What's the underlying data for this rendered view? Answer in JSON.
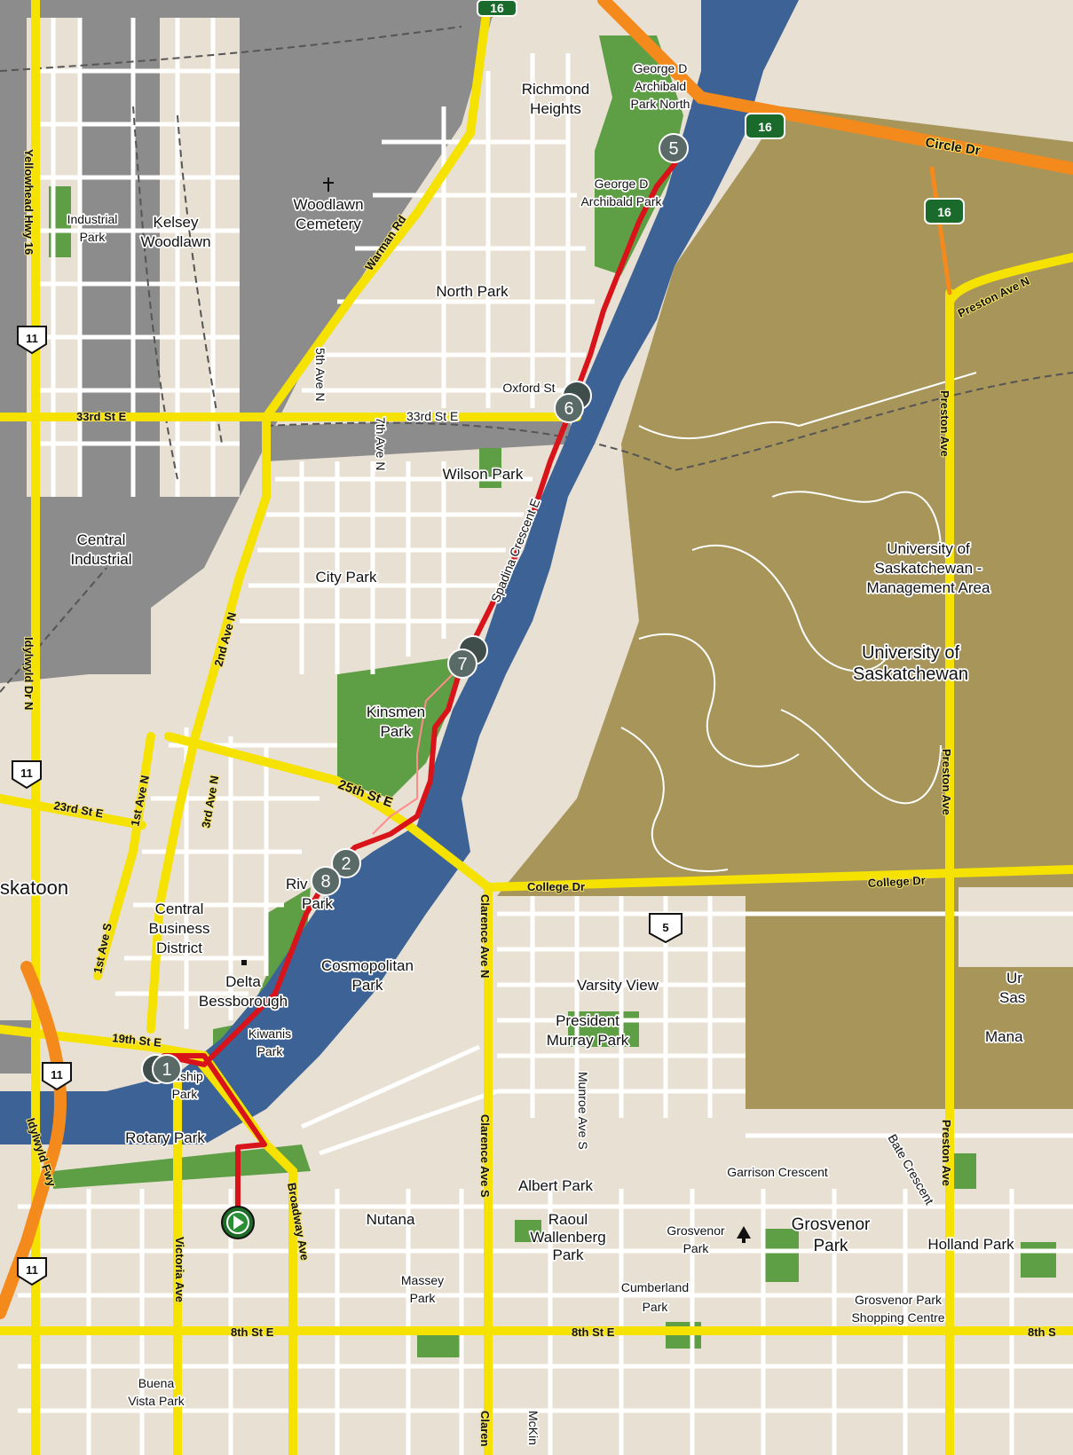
{
  "map": {
    "colors": {
      "land": "#e8e0d2",
      "industrial": "#8c8c8c",
      "park": "#5e9e45",
      "water": "#3d6296",
      "campus": "#a8955a",
      "major_road": "#f6e200",
      "freeway": "#f48a1c",
      "minor_road": "#ffffff",
      "route": "#d8141a"
    },
    "place_labels": {
      "richmond_heights": [
        "Richmond",
        "Heights"
      ],
      "george_archibald_north": [
        "George D",
        "Archibald",
        "Park North"
      ],
      "george_archibald": [
        "George D",
        "Archibald Park"
      ],
      "woodlawn_cemetery": [
        "Woodlawn",
        "Cemetery"
      ],
      "industrial_park": [
        "Industrial",
        "Park"
      ],
      "kelsey_woodlawn": [
        "Kelsey",
        "Woodlawn"
      ],
      "north_park": "North Park",
      "oxford_st": "Oxford St",
      "wilson_park": "Wilson Park",
      "central_industrial": [
        "Central",
        "Industrial"
      ],
      "city_park": "City Park",
      "university_management": [
        "University of",
        "Saskatchewan -",
        "Management Area"
      ],
      "university": [
        "University of",
        "Saskatchewan"
      ],
      "kinsmen_park": [
        "Kinsmen",
        "Park"
      ],
      "saskatoon": "skatoon",
      "river_park": [
        "Riv",
        "Park"
      ],
      "central_business": [
        "Central",
        "Business",
        "District"
      ],
      "delta_bessborough": [
        "Delta",
        "Bessborough"
      ],
      "cosmopolitan_park": [
        "Cosmopolitan",
        "Park"
      ],
      "varsity_view": "Varsity View",
      "president_murray": [
        "President",
        "Murray Park"
      ],
      "kiwanis_park": [
        "Kiwanis",
        "Park"
      ],
      "friendship_park": [
        "dship",
        "Park"
      ],
      "rotary_park": "Rotary Park",
      "albert_park": "Albert Park",
      "nutana": "Nutana",
      "raoul_wallenberg": [
        "Raoul",
        "Wallenberg",
        "Park"
      ],
      "grosvenor_park_small": [
        "Grosvenor",
        "Park"
      ],
      "grosvenor_park": [
        "Grosvenor",
        "Park"
      ],
      "holland_park": "Holland Park",
      "massey_park": [
        "Massey",
        "Park"
      ],
      "cumberland_park": [
        "Cumberland",
        "Park"
      ],
      "grosvenor_shopping": [
        "Grosvenor Park",
        "Shopping Centre"
      ],
      "buena_vista": [
        "Buena",
        "Vista Park"
      ],
      "uni_right": [
        "Ur",
        "Sas",
        "Mana"
      ],
      "garrison": "Garrison Crescent",
      "bate": "Bate Crescent"
    },
    "road_labels": {
      "yellowhead": "Yellowhead Hwy 16",
      "warman": "Warman Rd",
      "circle": "Circle Dr",
      "preston_ave_n": "Preston Ave N",
      "fifth_ave": "5th Ave N",
      "seventh_ave": "7th Ave N",
      "thirtythird_w": "33rd St E",
      "thirtythird_e": "33rd St E",
      "spadina": "Spadina Crescent E",
      "preston_1": "Preston Ave",
      "preston_2": "Preston Ave",
      "preston_3": "Preston Ave",
      "idylwyld_dr": "Idylwyld Dr N",
      "second_ave": "2nd Ave N",
      "first_ave_n": "1st Ave N",
      "third_ave": "3rd Ave N",
      "twentyfifth": "25th St E",
      "twentythird": "23rd St E",
      "college_1": "College Dr",
      "college_2": "College Dr",
      "clarence_n": "Clarence Ave N",
      "first_ave_s": "1st Ave S",
      "nineteenth": "19th St E",
      "munroe": "Munroe Ave S",
      "clarence_s": "Clarence Ave S",
      "idylwyld_fwy": "Idylwyld Fwy",
      "victoria": "Victoria Ave",
      "broadway": "Broadway Ave",
      "eighth_1": "8th St E",
      "eighth_2": "8th St E",
      "eighth_3": "8th S",
      "clarence_bottom": "Claren",
      "mckinnon": "McKin"
    },
    "shields": {
      "hwy11": "11",
      "hwy16": "16",
      "hwy5": "5"
    },
    "route_waypoints": [
      "1",
      "2",
      "5",
      "6",
      "7",
      "8"
    ],
    "icons": {
      "start": "play-triangle-icon",
      "cemetery": "cross-icon",
      "tree": "tree-icon",
      "poi": "square-dot-icon"
    }
  }
}
